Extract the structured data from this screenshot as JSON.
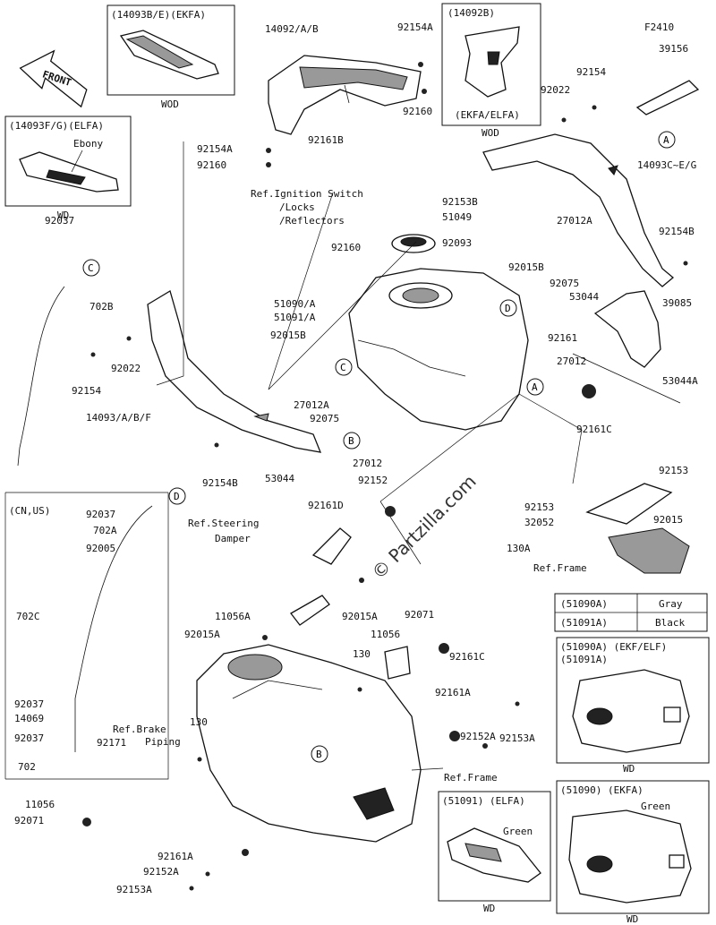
{
  "watermark": "© Partzilla.com",
  "front_arrow": "FRONT",
  "top_right_code": "F2410",
  "insets": [
    {
      "id": "inset-14093BE",
      "header": "(14093B/E)(EKFA)",
      "footer": "WOD"
    },
    {
      "id": "inset-14092B",
      "header": "(14092B)",
      "sub": "(EKFA/ELFA)",
      "footer": "WOD"
    },
    {
      "id": "inset-14093FG",
      "header": "(14093F/G)(ELFA)",
      "color": "Ebony",
      "footer": "WD"
    },
    {
      "id": "inset-cn-us",
      "header": "(CN,US)"
    },
    {
      "id": "inset-51090A",
      "header": "(51090A)  (EKF/ELF)",
      "sub": "(51091A)",
      "footer": "WD"
    },
    {
      "id": "inset-51091",
      "header": "(51091)  (ELFA)",
      "color": "Green",
      "footer": "WD"
    },
    {
      "id": "inset-51090",
      "header": "(51090)  (EKFA)",
      "color": "Green",
      "footer": "WD"
    }
  ],
  "color_table": [
    {
      "part": "(51090A)",
      "color": "Gray"
    },
    {
      "part": "(51091A)",
      "color": "Black"
    }
  ],
  "labels": [
    "14092/A/B",
    "92154A",
    "92160",
    "92161B",
    "92154A",
    "92160",
    "Ref.Ignition Switch",
    "/Locks",
    "/Reflectors",
    "92153B",
    "51049",
    "92160",
    "92093",
    "92154",
    "92022",
    "39156",
    "14093C~E/G",
    "92154B",
    "27012A",
    "92015B",
    "92075",
    "53044",
    "39085",
    "92037",
    "702B",
    "51090/A",
    "51091/A",
    "92015B",
    "92161",
    "27012",
    "53044A",
    "92022",
    "92154",
    "14093/A/B/F",
    "27012A",
    "92075",
    "92161C",
    "92154B",
    "53044",
    "27012",
    "92152",
    "92037",
    "702A",
    "92005",
    "702C",
    "92037",
    "14069",
    "92037",
    "702",
    "92161D",
    "Ref.Steering",
    "Damper",
    "92153",
    "92015",
    "92153",
    "32052",
    "130A",
    "Ref.Frame",
    "11056A",
    "92015A",
    "92015A",
    "92071",
    "11056",
    "130",
    "92161C",
    "Ref.Brake",
    "Piping",
    "130",
    "92171",
    "92161A",
    "92152A",
    "92153A",
    "Ref.Frame",
    "11056",
    "92071",
    "92161A",
    "92152A",
    "92153A"
  ],
  "callouts": [
    "A",
    "A",
    "B",
    "B",
    "C",
    "C",
    "D",
    "D"
  ]
}
